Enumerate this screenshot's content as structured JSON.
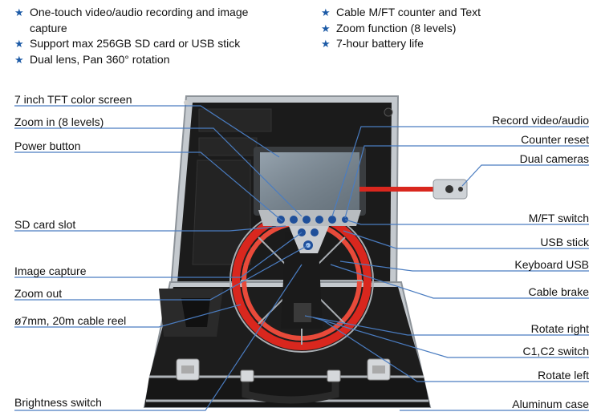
{
  "features": {
    "left": [
      {
        "icon": "star-icon",
        "text": "One-touch video/audio recording and image capture"
      },
      {
        "icon": "star-icon",
        "text": "Support max 256GB SD card or USB stick"
      },
      {
        "icon": "star-icon",
        "text": "Dual lens, Pan 360° rotation"
      }
    ],
    "right": [
      {
        "icon": "star-icon",
        "text": "Cable M/FT counter and Text"
      },
      {
        "icon": "star-icon",
        "text": "Zoom function (8 levels)"
      },
      {
        "icon": "star-icon",
        "text": "7-hour battery life"
      }
    ]
  },
  "labels": {
    "left": [
      "7 inch TFT color screen",
      "Zoom in (8 levels)",
      "Power button",
      "SD card slot",
      "Image capture",
      "Zoom out",
      "ø7mm, 20m cable reel",
      "Brightness switch"
    ],
    "right": [
      "Record video/audio",
      "Counter reset",
      "Dual cameras",
      "M/FT switch",
      "USB stick",
      "Keyboard USB",
      "Cable brake",
      "Rotate right",
      "C1,C2 switch",
      "Rotate left",
      "Aluminum case"
    ]
  },
  "colors": {
    "star": "#1c5aa6",
    "leader": "#4a7cc0",
    "case_frame": "#b9bec4",
    "foam": "#1a1a1a",
    "cable": "#d9271e"
  }
}
